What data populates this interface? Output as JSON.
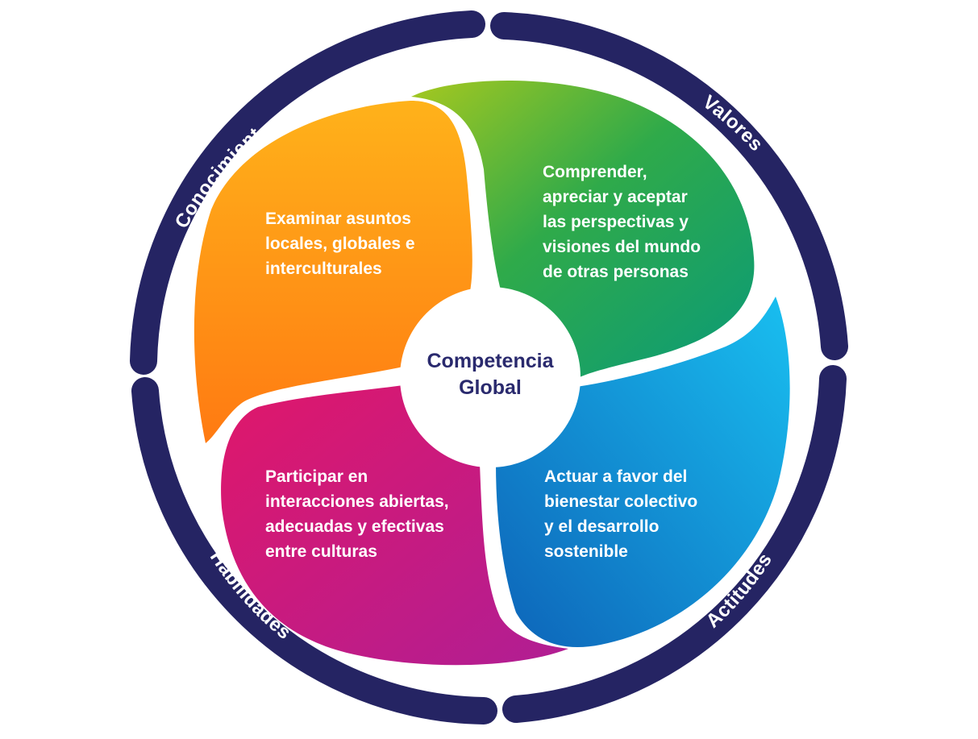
{
  "center": {
    "line1": "Competencia",
    "line2": "Global"
  },
  "ring_labels": {
    "conocimiento": "Conocimiento",
    "valores": "Valores",
    "actitudes": "Actitudes",
    "habilidades": "Habilidades"
  },
  "petals": {
    "orange": {
      "lines": [
        "Examinar asuntos",
        "locales, globales e",
        "interculturales"
      ],
      "color_start": "#ffb21a",
      "color_end": "#ff7a12"
    },
    "green": {
      "lines": [
        "Comprender,",
        "apreciar y aceptar",
        "las perspectivas y",
        "visiones del mundo",
        "de otras personas"
      ],
      "color_start": "#a6c81f",
      "color_end": "#0a9a78"
    },
    "blue": {
      "lines": [
        "Actuar a favor del",
        "bienestar colectivo",
        "y el desarrollo",
        "sostenible"
      ],
      "color_start": "#19bff0",
      "color_end": "#0d63b8"
    },
    "magenta": {
      "lines": [
        "Participar en",
        "interacciones abiertas,",
        "adecuadas y efectivas",
        "entre culturas"
      ],
      "color_start": "#e0176a",
      "color_end": "#b01e94"
    }
  },
  "colors": {
    "ring": "#252463",
    "center_text": "#2a2a6e"
  }
}
